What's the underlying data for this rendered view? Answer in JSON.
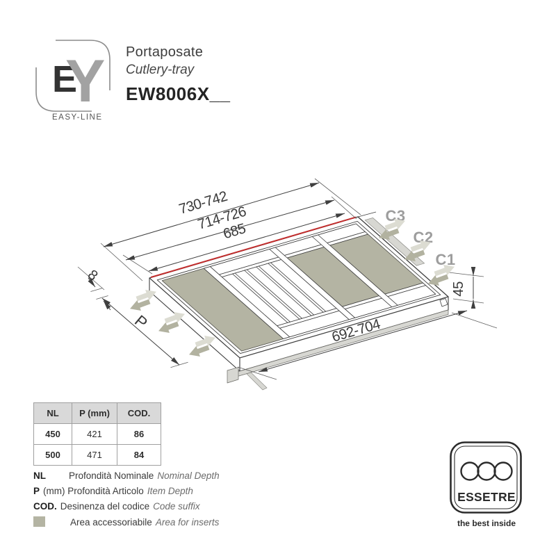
{
  "header": {
    "logo": {
      "letter_e": "E",
      "letter_y": "Y",
      "subtitle": "EASY-LINE"
    },
    "product_name_it": "Portaposate",
    "product_name_en": "Cutlery-tray",
    "model_code": "EW8006X__"
  },
  "drawing": {
    "dimensions": {
      "width_outer_max": "730-742",
      "width_mid": "714-726",
      "width_inner": "685",
      "width_bottom": "692-704",
      "side_height": "45",
      "back_offset": "8",
      "depth_label": "P"
    },
    "cut_labels": {
      "c1": "C1",
      "c2": "C2",
      "c3": "C3"
    },
    "colors": {
      "accent_red": "#c22d2d",
      "insert_area_olive": "#b4b4a3",
      "cut_label_gray": "#9d9d9d",
      "line_dark": "#3f3f3f"
    }
  },
  "table": {
    "headers": [
      "NL",
      "P (mm)",
      "COD."
    ],
    "rows": [
      [
        "450",
        "421",
        "86"
      ],
      [
        "500",
        "471",
        "84"
      ]
    ]
  },
  "legend": {
    "nl": {
      "key": "NL",
      "it": "Profondità Nominale",
      "en": "Nominal Depth"
    },
    "p": {
      "key": "P",
      "it": "(mm) Profondità Articolo",
      "en": "Item Depth"
    },
    "cod": {
      "key": "COD.",
      "it": "Desinenza del codice",
      "en": "Code suffix"
    },
    "area": {
      "it": "Area accessoriabile",
      "en": "Area for inserts"
    }
  },
  "footer_logo": {
    "name": "ESSETRE",
    "tagline": "the best inside"
  }
}
